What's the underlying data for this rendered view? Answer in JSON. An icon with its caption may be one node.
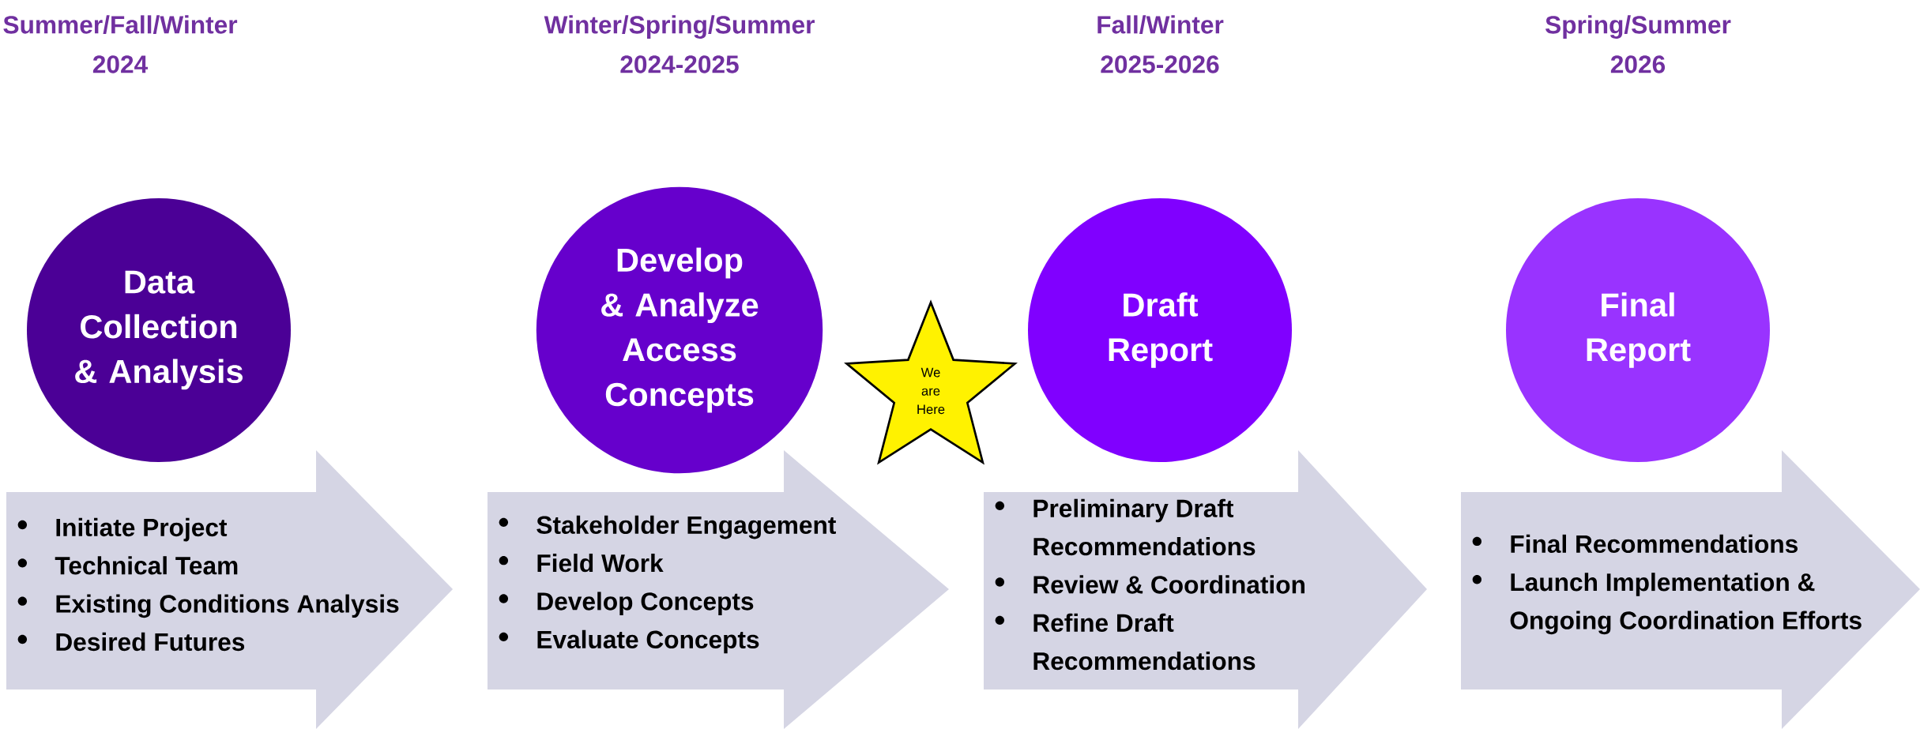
{
  "diagram": {
    "nodes": [
      {
        "text": [
          "Data Collection & Analysis"
        ]
      },
      {
        "text": [
          "Initiate Project",
          "Technical Team",
          "Existing Conditions Analysis",
          "Desired Futures"
        ]
      },
      {
        "text": [
          "Develop & Analyze Access Concepts"
        ]
      },
      {
        "text": [
          "Stakeholder Engagement",
          "Field Work",
          "Develop Concepts",
          "Evaluate Concepts"
        ]
      },
      {
        "text": [
          "We are Here"
        ]
      },
      {
        "text": [
          "Draft Report"
        ]
      },
      {
        "text": [
          "Preliminary Draft Recommendations",
          "Review & Coordination",
          "Refine Draft Recommendations"
        ]
      },
      {
        "text": [
          "Final Report"
        ]
      },
      {
        "text": [
          "Final Recommendations",
          "Launch Implementation & Ongoing Coordination Efforts"
        ]
      }
    ],
    "labels": [
      "Summer/Fall/Winter 2024",
      "Winter/Spring/Summer 2024-2025",
      "Fall/Winter 2025-2026",
      "Spring/Summer 2026"
    ]
  }
}
